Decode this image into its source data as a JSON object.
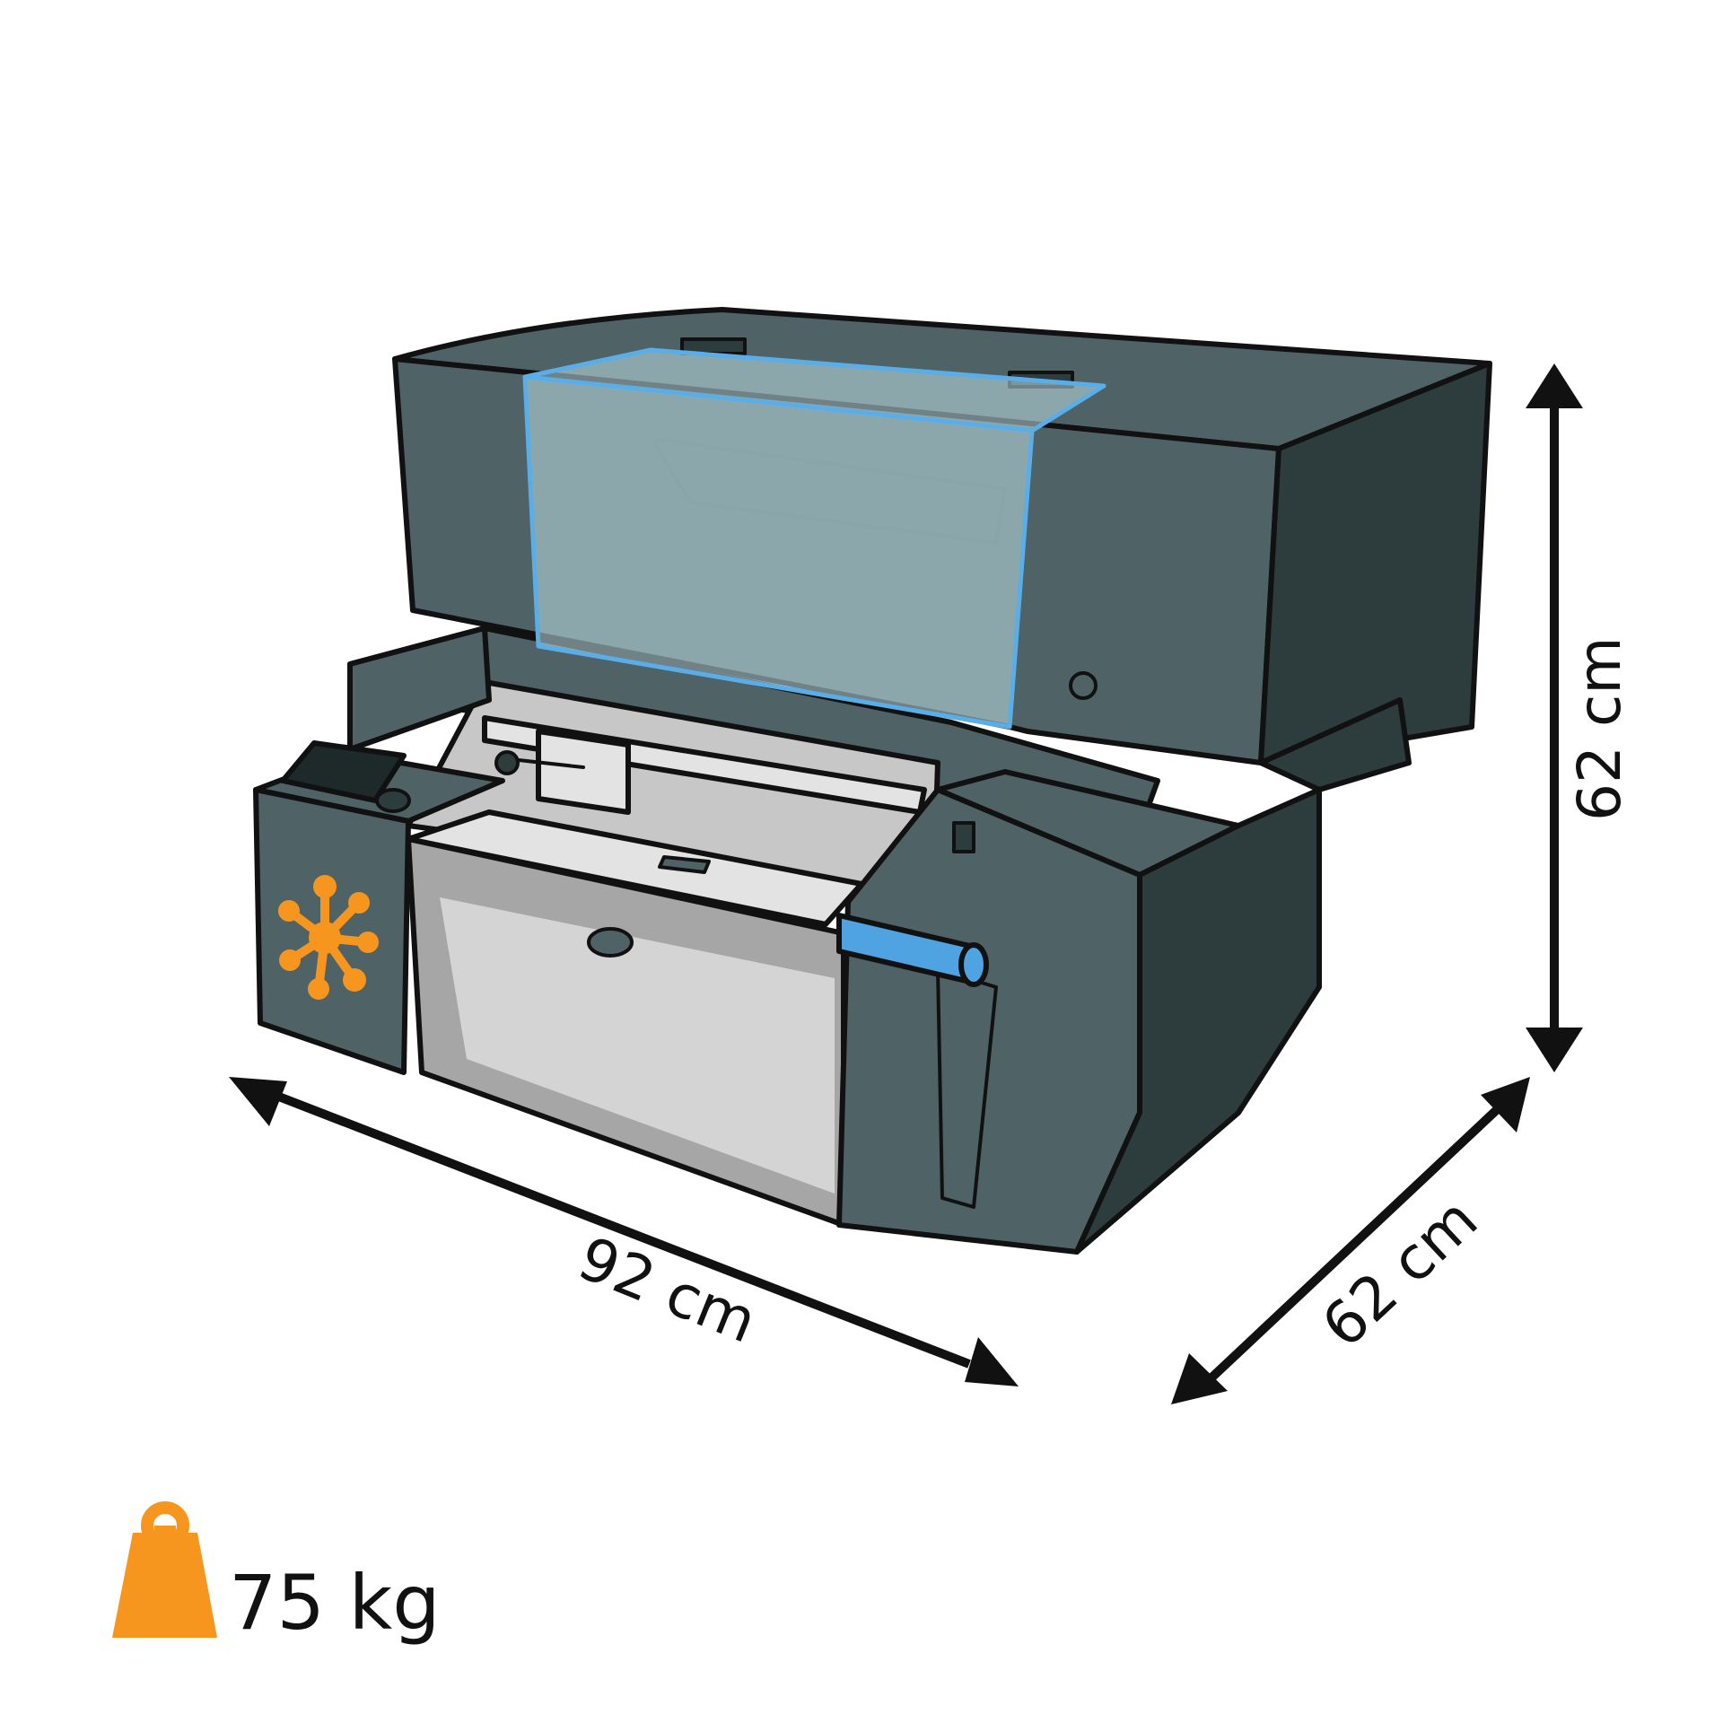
{
  "dimensions": {
    "width": "92 cm",
    "depth": "62 cm",
    "height": "62 cm"
  },
  "weight": {
    "value": "75 kg",
    "icon": "weight-icon"
  },
  "colors": {
    "body_dark": "#2d3d3d",
    "body_mid": "#4f6266",
    "metal_light": "#e3e3e3",
    "metal_mid": "#b9b9b9",
    "glass": "#bfe0e6",
    "glass_edge": "#5aaee8",
    "roller": "#4ea3e0",
    "accent_orange": "#f7961e"
  }
}
